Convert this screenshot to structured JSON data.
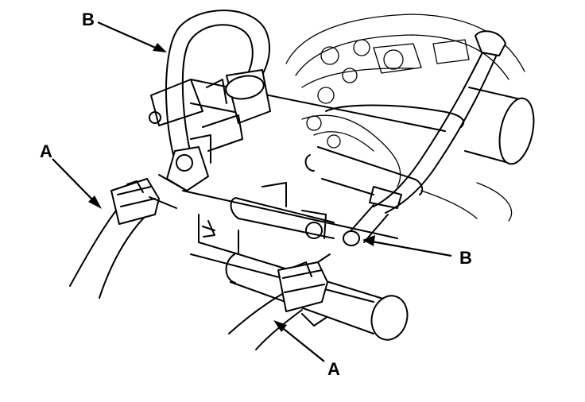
{
  "callouts": [
    {
      "id": "b-top",
      "label": "B"
    },
    {
      "id": "a-left",
      "label": "A"
    },
    {
      "id": "b-right",
      "label": "B"
    },
    {
      "id": "a-bottom",
      "label": "A"
    }
  ]
}
